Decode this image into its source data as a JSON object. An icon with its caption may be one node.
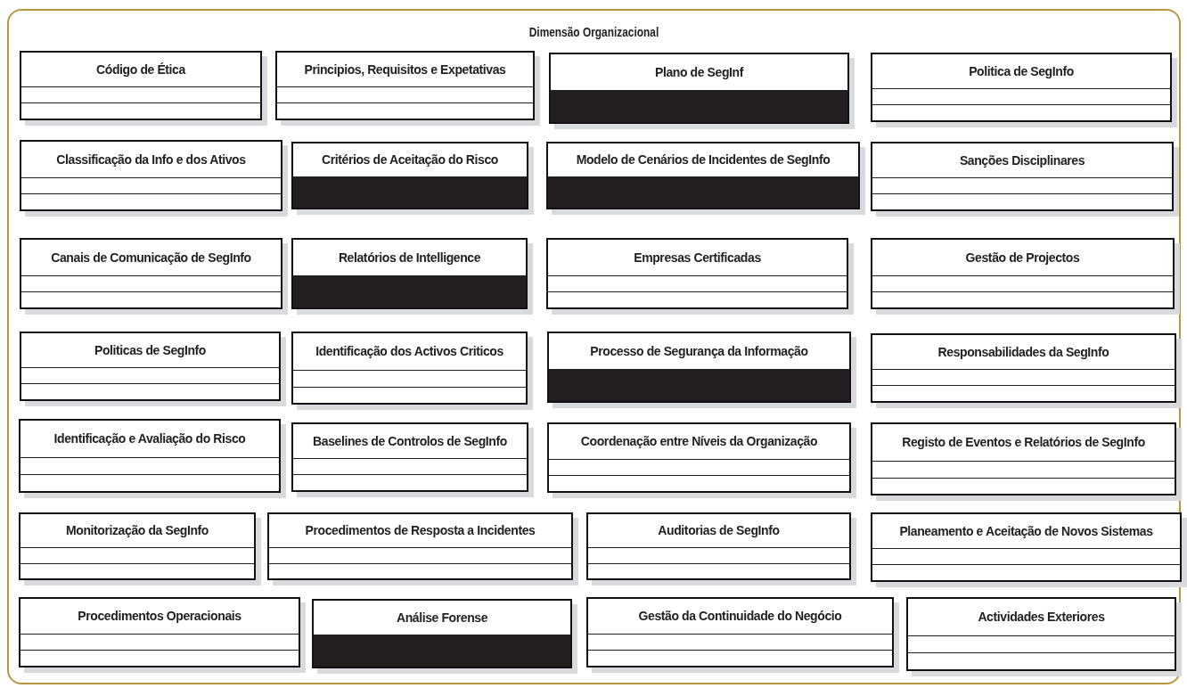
{
  "diagram": {
    "nodes": [
      {
        "text": [
          "Dimensão Organizacional"
        ]
      },
      {
        "text": [
          "Código de Ética"
        ],
        "in": 0
      },
      {
        "text": [
          "Principios, Requisitos e Expetativas"
        ],
        "in": 0
      },
      {
        "text": [
          "Plano de SegInf"
        ],
        "in": 0
      },
      {
        "text": [
          "Politica de SegInfo"
        ],
        "in": 0
      },
      {
        "text": [
          "Classificação da Info e dos Ativos"
        ],
        "in": 0
      },
      {
        "text": [
          "Critérios de Aceitação do Risco"
        ],
        "in": 0
      },
      {
        "text": [
          "Modelo de Cenários de Incidentes de SegInfo"
        ],
        "in": 0
      },
      {
        "text": [
          "Sanções Disciplinares"
        ],
        "in": 0
      },
      {
        "text": [
          "Canais de Comunicação de SegInfo"
        ],
        "in": 0
      },
      {
        "text": [
          "Relatórios de Intelligence"
        ],
        "in": 0
      },
      {
        "text": [
          "Empresas Certificadas"
        ],
        "in": 0
      },
      {
        "text": [
          "Gestão de Projectos"
        ],
        "in": 0
      },
      {
        "text": [
          "Politicas de SegInfo"
        ],
        "in": 0
      },
      {
        "text": [
          "Identificação dos Activos Criticos"
        ],
        "in": 0
      },
      {
        "text": [
          "Processo de Segurança da Informação"
        ],
        "in": 0
      },
      {
        "text": [
          "Responsabilidades da SegInfo"
        ],
        "in": 0
      },
      {
        "text": [
          "Identificação e Avaliação do Risco"
        ],
        "in": 0
      },
      {
        "text": [
          "Baselines de Controlos de SegInfo"
        ],
        "in": 0
      },
      {
        "text": [
          "Coordenação entre Níveis da Organização"
        ],
        "in": 0
      },
      {
        "text": [
          "Registo de Eventos e Relatórios de SegInfo"
        ],
        "in": 0
      },
      {
        "text": [
          "Monitorização da SegInfo"
        ],
        "in": 0
      },
      {
        "text": [
          "Procedimentos de Resposta a Incidentes"
        ],
        "in": 0
      },
      {
        "text": [
          "Auditorias de SegInfo"
        ],
        "in": 0
      },
      {
        "text": [
          "Planeamento e Aceitação de Novos Sistemas"
        ],
        "in": 0
      },
      {
        "text": [
          "Procedimentos Operacionais"
        ],
        "in": 0
      },
      {
        "text": [
          "Análise Forense"
        ],
        "in": 0
      },
      {
        "text": [
          "Gestão da Continuidade do Negócio"
        ],
        "in": 0
      },
      {
        "text": [
          "Actividades Exteriores"
        ],
        "in": 0
      }
    ]
  }
}
